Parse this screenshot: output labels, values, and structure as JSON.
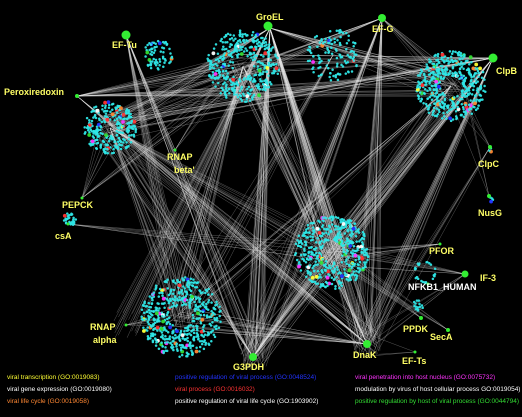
{
  "colors": {
    "background": "#000000",
    "edge": "#e6e6e6",
    "node": "#2ee6e6",
    "hub": "#33ee33",
    "label": "#ffff66"
  },
  "hubs": [
    {
      "id": "groel",
      "label": "GroEL"
    },
    {
      "id": "ef-tu",
      "label": "EF-Tu"
    },
    {
      "id": "ef-g",
      "label": "EF-G"
    },
    {
      "id": "clpb",
      "label": "ClpB"
    },
    {
      "id": "peroxiredoxin",
      "label": "Peroxiredoxin"
    },
    {
      "id": "rnap-beta",
      "label": "RNAP beta'"
    },
    {
      "id": "clpc",
      "label": "ClpC"
    },
    {
      "id": "pepck",
      "label": "PEPCK"
    },
    {
      "id": "csa",
      "label": "csA"
    },
    {
      "id": "nusg",
      "label": "NusG"
    },
    {
      "id": "pfor",
      "label": "PFOR"
    },
    {
      "id": "if-3",
      "label": "IF-3"
    },
    {
      "id": "nfkb1",
      "label": "NFKB1_HUMAN"
    },
    {
      "id": "rnap-alpha",
      "label": "RNAP alpha"
    },
    {
      "id": "g3pdh",
      "label": "G3PDH"
    },
    {
      "id": "dnak",
      "label": "DnaK"
    },
    {
      "id": "ppdk",
      "label": "PPDK"
    },
    {
      "id": "seca",
      "label": "SecA"
    },
    {
      "id": "ef-ts",
      "label": "EF-Ts"
    }
  ],
  "legend": [
    {
      "text": "viral transcription (GO:0019083)",
      "color": "#ffff33"
    },
    {
      "text": "positive regulation of viral process (GO:0048524)",
      "color": "#2233ff"
    },
    {
      "text": "viral penetration into host nucleus (GO:0075732)",
      "color": "#ff33ff"
    },
    {
      "text": "viral gene expression (GO:0019080)",
      "color": "#ffffff"
    },
    {
      "text": "viral process (GO:0016032)",
      "color": "#ff3333"
    },
    {
      "text": "modulation by virus of host cellular process GO:0019054)",
      "color": "#ffffff"
    },
    {
      "text": "viral life cycle (GO:0019058)",
      "color": "#ff8833"
    },
    {
      "text": "positive regulation of viral life cycle (GO:1903902)",
      "color": "#ffffff"
    },
    {
      "text": "positive regulation by host of viral process (GO:0044794)",
      "color": "#33dd33"
    }
  ]
}
